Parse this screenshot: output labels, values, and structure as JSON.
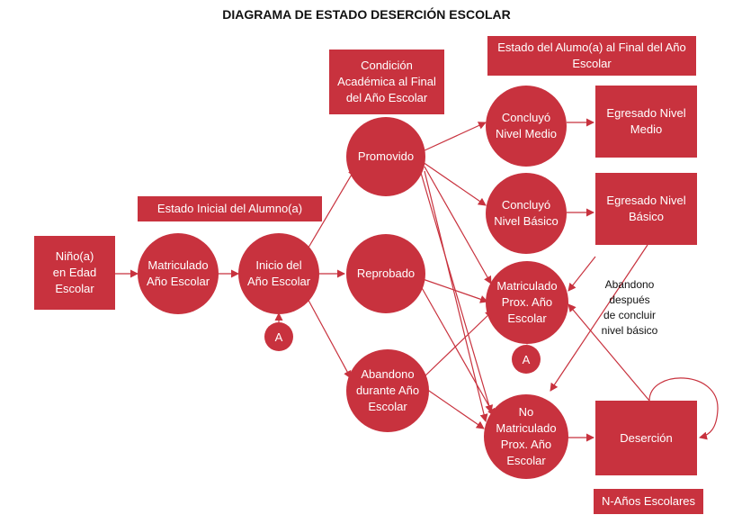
{
  "title": "DIAGRAMA DE ESTADO DESERCIÓN ESCOLAR",
  "colors": {
    "node": "#c8323e",
    "arrow": "#c8323e",
    "text_on_node": "#ffffff"
  },
  "headers": {
    "estado_inicial": "Estado Inicial del Alumno(a)",
    "condicion": "Condición\nAcadémica al Final\ndel Año Escolar",
    "estado_final": "Estado del Alumo(a) al Final del Año\nEscolar",
    "n_anos": "N-Años Escolares"
  },
  "nodes": {
    "nino": "Niño(a)\nen Edad\nEscolar",
    "matriculado": "Matriculado\nAño Escolar",
    "inicio": "Inicio del\nAño Escolar",
    "promovido": "Promovido",
    "reprobado": "Reprobado",
    "abandono_durante": "Abandono\ndurante Año\nEscolar",
    "concluyo_medio": "Concluyó\nNivel Medio",
    "concluyo_basico": "Concluyó\nNivel Básico",
    "matriculado_prox": "Matriculado\nProx. Año\nEscolar",
    "no_matriculado": "No\nMatriculado\nProx. Año\nEscolar",
    "egresado_medio": "Egresado Nivel\nMedio",
    "egresado_basico": "Egresado Nivel\nBásico",
    "desercion": "Deserción",
    "connector_a": "A"
  },
  "annotation": "Abandono\ndespués\nde concluir\nnivel básico"
}
